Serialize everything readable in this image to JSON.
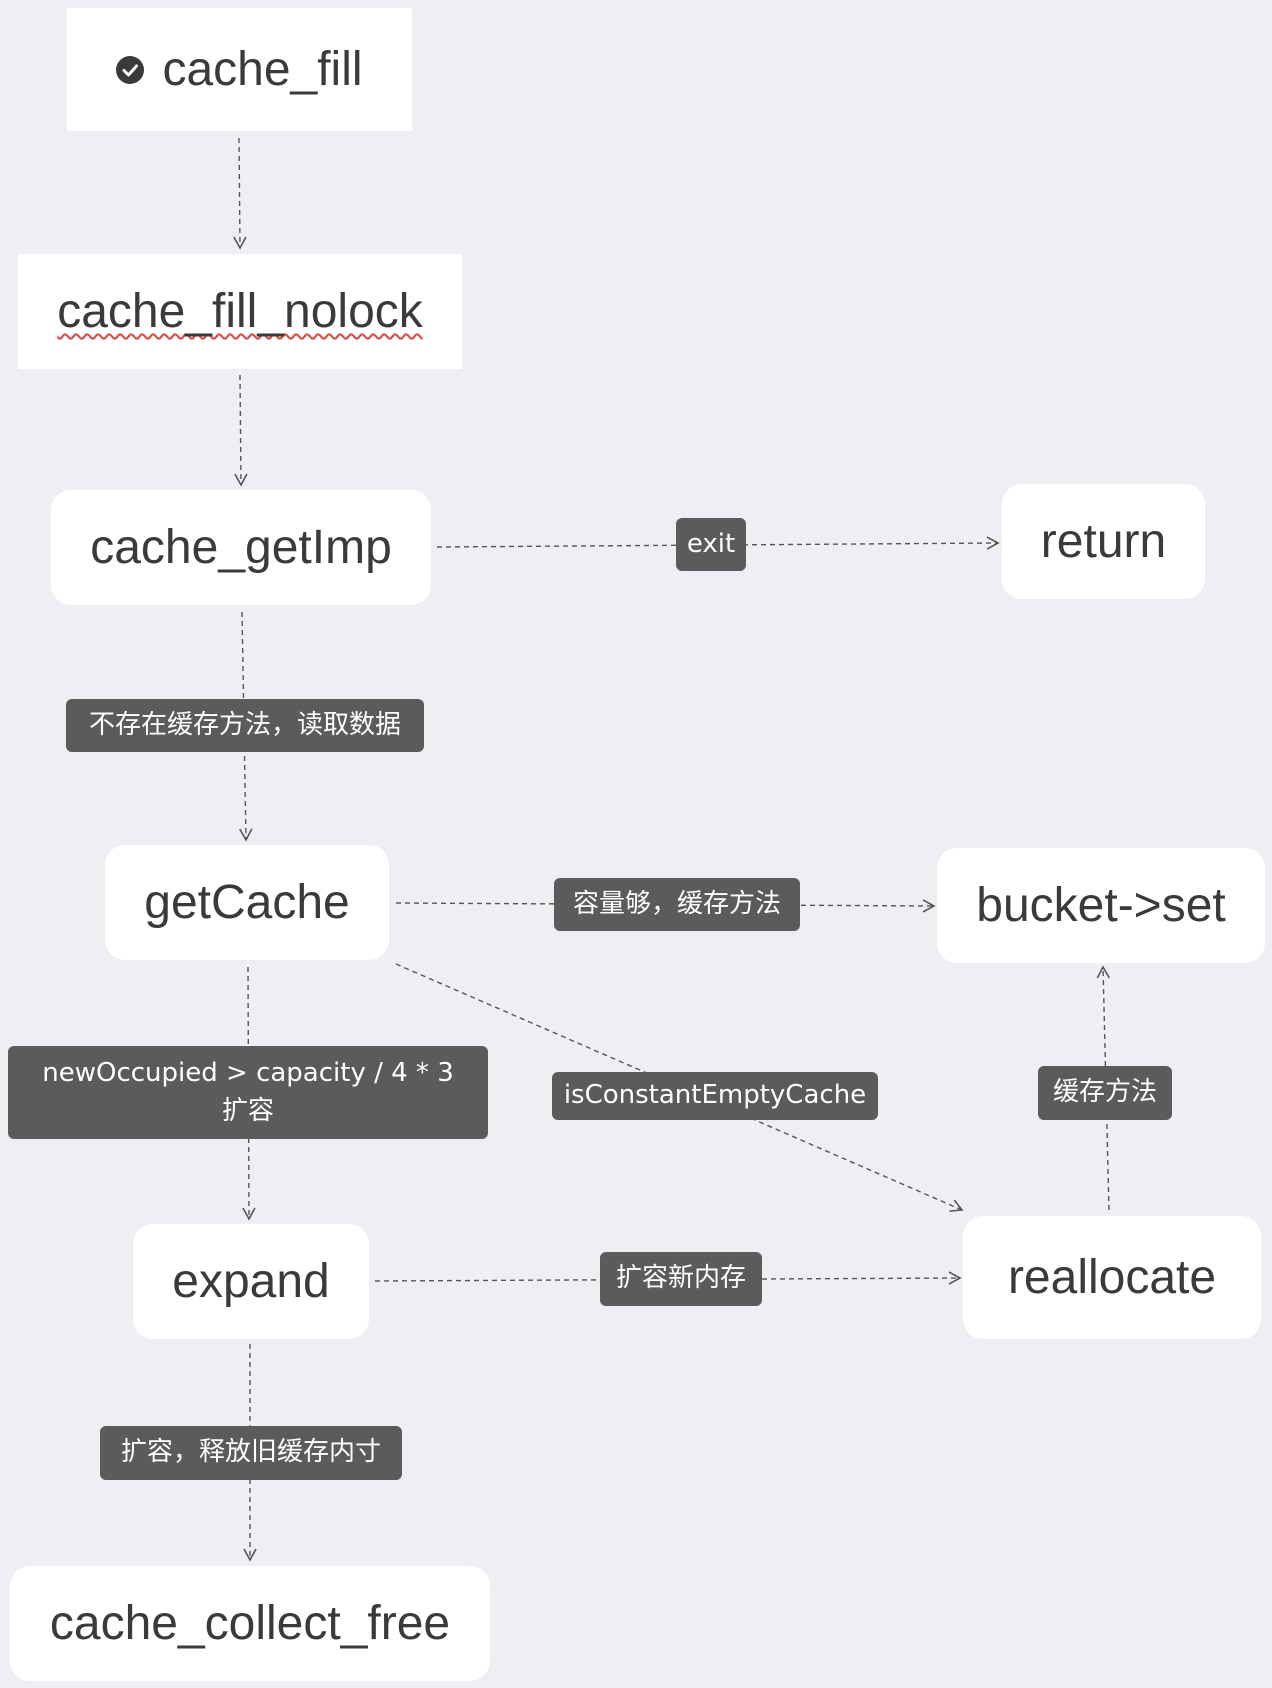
{
  "nodes": {
    "cache_fill": "cache_fill",
    "cache_fill_nolock": "cache_fill_nolock",
    "cache_getImp": "cache_getImp",
    "return": "return",
    "getCache": "getCache",
    "bucket_set": "bucket->set",
    "expand": "expand",
    "reallocate": "reallocate",
    "cache_collect_free": "cache_collect_free"
  },
  "edge_labels": {
    "exit": "exit",
    "not_cached": "不存在缓存方法，读取数据",
    "capacity_ok": "容量够，缓存方法",
    "new_occupied": "newOccupied > capacity / 4 * 3 扩容",
    "is_constant_empty": "isConstantEmptyCache",
    "cache_method": "缓存方法",
    "expand_memory": "扩容新内存",
    "release_old": "扩容，释放旧缓存内寸"
  },
  "icons": {
    "cache_fill": "check-circle-icon"
  },
  "colors": {
    "background": "#efeef3",
    "node_fill": "#ffffff",
    "node_text": "#3a3a3a",
    "label_fill": "#5b5b5b",
    "label_text": "#ffffff",
    "edge": "#555555",
    "spellcheck_underline": "#e0443e"
  }
}
